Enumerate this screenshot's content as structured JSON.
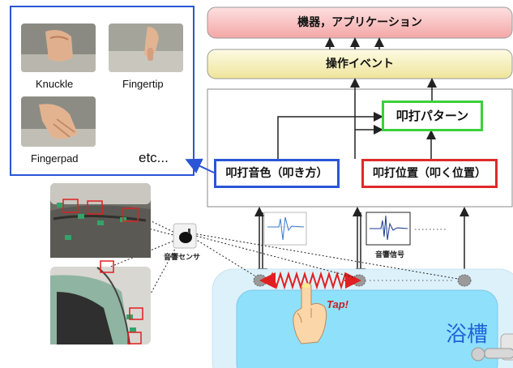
{
  "gestures": {
    "items": [
      {
        "label": "Knuckle"
      },
      {
        "label": "Fingertip"
      },
      {
        "label": "Fingerpad"
      }
    ],
    "etc": "etc..."
  },
  "stack": {
    "devices": "機器，アプリケーション",
    "events": "操作イベント",
    "pattern": "叩打パターン",
    "timbre": "叩打音色（叩き方）",
    "position": "叩打位置（叩く位置）"
  },
  "sensor_label": "音響センサ",
  "signal_label": "音響信号",
  "tap_label": "Tap!",
  "tub_label": "浴槽",
  "colors": {
    "panel_border": "#2a55d6",
    "pattern_border": "#3ad13a",
    "timbre_border": "#2a55d6",
    "position_border": "#e02a2a",
    "devices_fill": "#f7b8b8",
    "events_fill": "#f6efb0",
    "tub_fill": "#aee3ff",
    "spring": "#e02020"
  }
}
